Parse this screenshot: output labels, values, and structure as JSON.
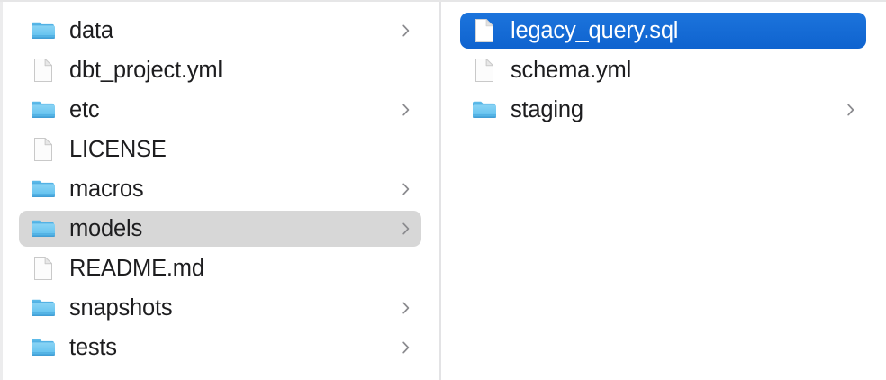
{
  "view": {
    "kind": "finder-column-view",
    "colors": {
      "background": "#ffffff",
      "selection_blue": "#1a6fd6",
      "highlight_gray": "#d7d7d7",
      "text": "#1d1d1f",
      "selected_text": "#ffffff",
      "divider": "#e3e3e5",
      "folder_blue": "#6cc5f0",
      "folder_blue_dark": "#3c9fe0",
      "chevron_gray": "#8a8a8e"
    }
  },
  "columns": [
    {
      "name": "parent-column",
      "items": [
        {
          "label": "data",
          "type": "folder",
          "icon": "folder-icon",
          "chevron": true,
          "state": "normal"
        },
        {
          "label": "dbt_project.yml",
          "type": "file",
          "icon": "document-icon",
          "chevron": false,
          "state": "normal"
        },
        {
          "label": "etc",
          "type": "folder",
          "icon": "folder-icon",
          "chevron": true,
          "state": "normal"
        },
        {
          "label": "LICENSE",
          "type": "file",
          "icon": "document-icon",
          "chevron": false,
          "state": "normal"
        },
        {
          "label": "macros",
          "type": "folder",
          "icon": "folder-icon",
          "chevron": true,
          "state": "normal"
        },
        {
          "label": "models",
          "type": "folder",
          "icon": "folder-icon",
          "chevron": true,
          "state": "highlighted"
        },
        {
          "label": "README.md",
          "type": "file",
          "icon": "document-icon",
          "chevron": false,
          "state": "normal"
        },
        {
          "label": "snapshots",
          "type": "folder",
          "icon": "folder-icon",
          "chevron": true,
          "state": "normal"
        },
        {
          "label": "tests",
          "type": "folder",
          "icon": "folder-icon",
          "chevron": true,
          "state": "normal"
        }
      ]
    },
    {
      "name": "child-column",
      "items": [
        {
          "label": "legacy_query.sql",
          "type": "file",
          "icon": "document-icon",
          "chevron": false,
          "state": "selected"
        },
        {
          "label": "schema.yml",
          "type": "file",
          "icon": "document-icon",
          "chevron": false,
          "state": "normal"
        },
        {
          "label": "staging",
          "type": "folder",
          "icon": "folder-icon",
          "chevron": true,
          "state": "normal"
        }
      ]
    }
  ]
}
